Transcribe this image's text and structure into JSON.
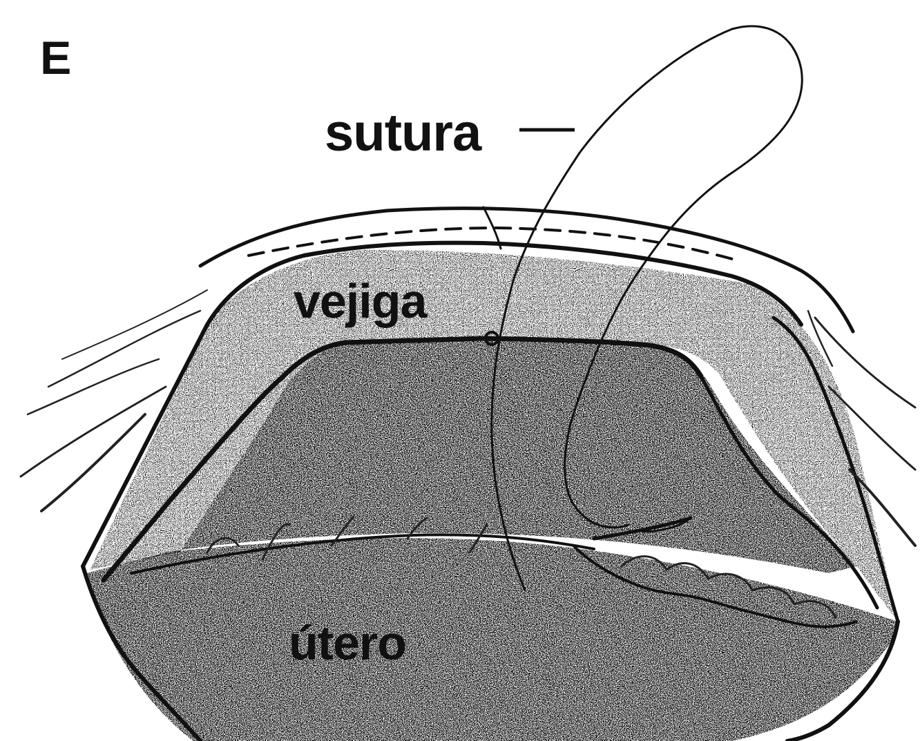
{
  "figure": {
    "panel_letter": "E",
    "labels": {
      "suture": "sutura",
      "bladder": "vejiga",
      "uterus": "útero"
    },
    "colors": {
      "ink": "#111111",
      "paper": "#ffffff",
      "stipple": "#3a3a3a"
    }
  }
}
